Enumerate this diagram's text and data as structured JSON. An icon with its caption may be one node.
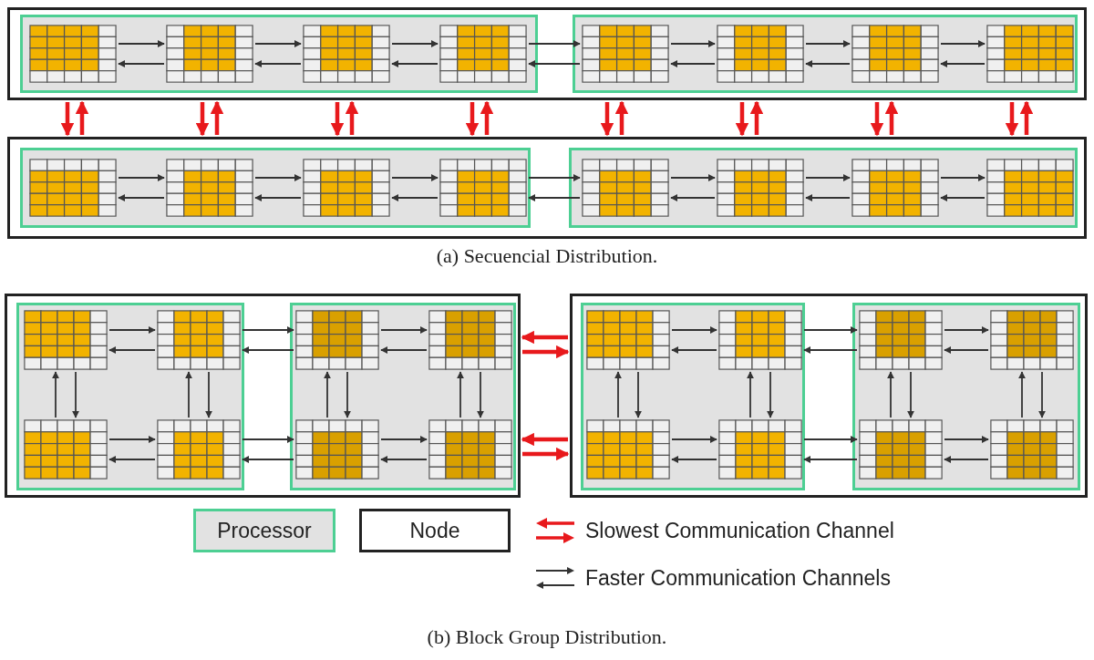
{
  "diagram": {
    "nodes": [
      {
        "text": [],
        "shape": "box"
      },
      {
        "text": [],
        "shape": "box",
        "in": 0
      },
      {
        "text": [],
        "shape": "grid",
        "in": 1
      },
      {
        "text": [],
        "shape": "grid",
        "in": 1
      },
      {
        "text": [],
        "shape": "grid",
        "in": 1
      },
      {
        "text": [],
        "shape": "grid",
        "in": 1
      },
      {
        "text": [],
        "shape": "box",
        "in": 0
      },
      {
        "text": [],
        "shape": "grid",
        "in": 6
      },
      {
        "text": [],
        "shape": "grid",
        "in": 6
      },
      {
        "text": [],
        "shape": "grid",
        "in": 6
      },
      {
        "text": [],
        "shape": "grid",
        "in": 6
      },
      {
        "text": [],
        "shape": "box"
      },
      {
        "text": [],
        "shape": "box",
        "in": 11
      },
      {
        "text": [],
        "shape": "grid",
        "in": 12
      },
      {
        "text": [],
        "shape": "grid",
        "in": 12
      },
      {
        "text": [],
        "shape": "grid",
        "in": 12
      },
      {
        "text": [],
        "shape": "grid",
        "in": 12
      },
      {
        "text": [],
        "shape": "box",
        "in": 11
      },
      {
        "text": [],
        "shape": "grid",
        "in": 17
      },
      {
        "text": [],
        "shape": "grid",
        "in": 17
      },
      {
        "text": [],
        "shape": "grid",
        "in": 17
      },
      {
        "text": [],
        "shape": "grid",
        "in": 17
      },
      {
        "text": [],
        "shape": "box"
      },
      {
        "text": [],
        "shape": "box",
        "in": 22
      },
      {
        "text": [],
        "shape": "grid",
        "in": 23
      },
      {
        "text": [],
        "shape": "grid",
        "in": 23
      },
      {
        "text": [],
        "shape": "grid",
        "in": 23
      },
      {
        "text": [],
        "shape": "grid",
        "in": 23
      },
      {
        "text": [],
        "shape": "box",
        "in": 22
      },
      {
        "text": [],
        "shape": "grid",
        "in": 28
      },
      {
        "text": [],
        "shape": "grid",
        "in": 28
      },
      {
        "text": [],
        "shape": "grid",
        "in": 28
      },
      {
        "text": [],
        "shape": "grid",
        "in": 28
      },
      {
        "text": [],
        "shape": "box"
      },
      {
        "text": [],
        "shape": "box",
        "in": 33
      },
      {
        "text": [],
        "shape": "grid",
        "in": 34
      },
      {
        "text": [],
        "shape": "grid",
        "in": 34
      },
      {
        "text": [],
        "shape": "grid",
        "in": 34
      },
      {
        "text": [],
        "shape": "grid",
        "in": 34
      },
      {
        "text": [],
        "shape": "box",
        "in": 33
      },
      {
        "text": [],
        "shape": "grid",
        "in": 39
      },
      {
        "text": [],
        "shape": "grid",
        "in": 39
      },
      {
        "text": [],
        "shape": "grid",
        "in": 39
      },
      {
        "text": [],
        "shape": "grid",
        "in": 39
      }
    ],
    "edges": [
      {
        "from": 2,
        "to": 3,
        "arrow": "to"
      },
      {
        "from": 3,
        "to": 2,
        "arrow": "to"
      },
      {
        "from": 3,
        "to": 4,
        "arrow": "to"
      },
      {
        "from": 4,
        "to": 3,
        "arrow": "to"
      },
      {
        "from": 4,
        "to": 5,
        "arrow": "to"
      },
      {
        "from": 5,
        "to": 4,
        "arrow": "to"
      },
      {
        "from": 5,
        "to": 7,
        "arrow": "to"
      },
      {
        "from": 7,
        "to": 5,
        "arrow": "to"
      },
      {
        "from": 7,
        "to": 8,
        "arrow": "to"
      },
      {
        "from": 8,
        "to": 7,
        "arrow": "to"
      },
      {
        "from": 8,
        "to": 9,
        "arrow": "to"
      },
      {
        "from": 9,
        "to": 8,
        "arrow": "to"
      },
      {
        "from": 9,
        "to": 10,
        "arrow": "to"
      },
      {
        "from": 10,
        "to": 9,
        "arrow": "to"
      },
      {
        "from": 13,
        "to": 14,
        "arrow": "to"
      },
      {
        "from": 14,
        "to": 13,
        "arrow": "to"
      },
      {
        "from": 14,
        "to": 15,
        "arrow": "to"
      },
      {
        "from": 15,
        "to": 14,
        "arrow": "to"
      },
      {
        "from": 15,
        "to": 16,
        "arrow": "to"
      },
      {
        "from": 16,
        "to": 15,
        "arrow": "to"
      },
      {
        "from": 16,
        "to": 18,
        "arrow": "to"
      },
      {
        "from": 18,
        "to": 16,
        "arrow": "to"
      },
      {
        "from": 18,
        "to": 19,
        "arrow": "to"
      },
      {
        "from": 19,
        "to": 18,
        "arrow": "to"
      },
      {
        "from": 19,
        "to": 20,
        "arrow": "to"
      },
      {
        "from": 20,
        "to": 19,
        "arrow": "to"
      },
      {
        "from": 20,
        "to": 21,
        "arrow": "to"
      },
      {
        "from": 21,
        "to": 20,
        "arrow": "to"
      },
      {
        "from": 0,
        "to": 11,
        "arrow": "to",
        "style": "thick",
        "color": "#e8191c"
      },
      {
        "from": 11,
        "to": 0,
        "arrow": "to",
        "style": "thick",
        "color": "#e8191c"
      },
      {
        "from": 0,
        "to": 11,
        "arrow": "to",
        "style": "thick",
        "color": "#e8191c"
      },
      {
        "from": 11,
        "to": 0,
        "arrow": "to",
        "style": "thick",
        "color": "#e8191c"
      },
      {
        "from": 0,
        "to": 11,
        "arrow": "to",
        "style": "thick",
        "color": "#e8191c"
      },
      {
        "from": 11,
        "to": 0,
        "arrow": "to",
        "style": "thick",
        "color": "#e8191c"
      },
      {
        "from": 0,
        "to": 11,
        "arrow": "to",
        "style": "thick",
        "color": "#e8191c"
      },
      {
        "from": 11,
        "to": 0,
        "arrow": "to",
        "style": "thick",
        "color": "#e8191c"
      },
      {
        "from": 0,
        "to": 11,
        "arrow": "to",
        "style": "thick",
        "color": "#e8191c"
      },
      {
        "from": 11,
        "to": 0,
        "arrow": "to",
        "style": "thick",
        "color": "#e8191c"
      },
      {
        "from": 0,
        "to": 11,
        "arrow": "to",
        "style": "thick",
        "color": "#e8191c"
      },
      {
        "from": 11,
        "to": 0,
        "arrow": "to",
        "style": "thick",
        "color": "#e8191c"
      },
      {
        "from": 0,
        "to": 11,
        "arrow": "to",
        "style": "thick",
        "color": "#e8191c"
      },
      {
        "from": 11,
        "to": 0,
        "arrow": "to",
        "style": "thick",
        "color": "#e8191c"
      },
      {
        "from": 0,
        "to": 11,
        "arrow": "to",
        "style": "thick",
        "color": "#e8191c"
      },
      {
        "from": 11,
        "to": 0,
        "arrow": "to",
        "style": "thick",
        "color": "#e8191c"
      },
      {
        "from": 24,
        "to": 25,
        "arrow": "to"
      },
      {
        "from": 25,
        "to": 24,
        "arrow": "to"
      },
      {
        "from": 25,
        "to": 29,
        "arrow": "to"
      },
      {
        "from": 29,
        "to": 25,
        "arrow": "to"
      },
      {
        "from": 29,
        "to": 30,
        "arrow": "to"
      },
      {
        "from": 30,
        "to": 29,
        "arrow": "to"
      },
      {
        "from": 26,
        "to": 27,
        "arrow": "to"
      },
      {
        "from": 27,
        "to": 26,
        "arrow": "to"
      },
      {
        "from": 27,
        "to": 31,
        "arrow": "to"
      },
      {
        "from": 31,
        "to": 27,
        "arrow": "to"
      },
      {
        "from": 31,
        "to": 32,
        "arrow": "to"
      },
      {
        "from": 32,
        "to": 31,
        "arrow": "to"
      },
      {
        "from": 26,
        "to": 24,
        "arrow": "to"
      },
      {
        "from": 24,
        "to": 26,
        "arrow": "to"
      },
      {
        "from": 27,
        "to": 25,
        "arrow": "to"
      },
      {
        "from": 25,
        "to": 27,
        "arrow": "to"
      },
      {
        "from": 31,
        "to": 29,
        "arrow": "to"
      },
      {
        "from": 29,
        "to": 31,
        "arrow": "to"
      },
      {
        "from": 32,
        "to": 30,
        "arrow": "to"
      },
      {
        "from": 30,
        "to": 32,
        "arrow": "to"
      },
      {
        "from": 33,
        "to": 22,
        "arrow": "to",
        "style": "thick",
        "color": "#e8191c"
      },
      {
        "from": 22,
        "to": 33,
        "arrow": "to",
        "style": "thick",
        "color": "#e8191c"
      },
      {
        "from": 33,
        "to": 22,
        "arrow": "to",
        "style": "thick",
        "color": "#e8191c"
      },
      {
        "from": 22,
        "to": 33,
        "arrow": "to",
        "style": "thick",
        "color": "#e8191c"
      },
      {
        "from": 35,
        "to": 36,
        "arrow": "to"
      },
      {
        "from": 36,
        "to": 35,
        "arrow": "to"
      },
      {
        "from": 36,
        "to": 40,
        "arrow": "to"
      },
      {
        "from": 40,
        "to": 36,
        "arrow": "to"
      },
      {
        "from": 40,
        "to": 41,
        "arrow": "to"
      },
      {
        "from": 41,
        "to": 40,
        "arrow": "to"
      },
      {
        "from": 37,
        "to": 38,
        "arrow": "to"
      },
      {
        "from": 38,
        "to": 37,
        "arrow": "to"
      },
      {
        "from": 38,
        "to": 42,
        "arrow": "to"
      },
      {
        "from": 42,
        "to": 38,
        "arrow": "to"
      },
      {
        "from": 42,
        "to": 43,
        "arrow": "to"
      },
      {
        "from": 43,
        "to": 42,
        "arrow": "to"
      },
      {
        "from": 37,
        "to": 35,
        "arrow": "to"
      },
      {
        "from": 35,
        "to": 37,
        "arrow": "to"
      },
      {
        "from": 38,
        "to": 36,
        "arrow": "to"
      },
      {
        "from": 36,
        "to": 38,
        "arrow": "to"
      },
      {
        "from": 42,
        "to": 40,
        "arrow": "to"
      },
      {
        "from": 40,
        "to": 42,
        "arrow": "to"
      },
      {
        "from": 43,
        "to": 41,
        "arrow": "to"
      },
      {
        "from": 41,
        "to": 43,
        "arrow": "to"
      }
    ],
    "labels": [
      "(a) Secuencial Distribution.",
      "(b) Block Group Distribution."
    ],
    "legend": [
      {
        "text": "Processor"
      },
      {
        "text": "Node"
      },
      {
        "text": "Slowest Communication Channel"
      },
      {
        "text": "Faster Communication Channels"
      }
    ]
  }
}
